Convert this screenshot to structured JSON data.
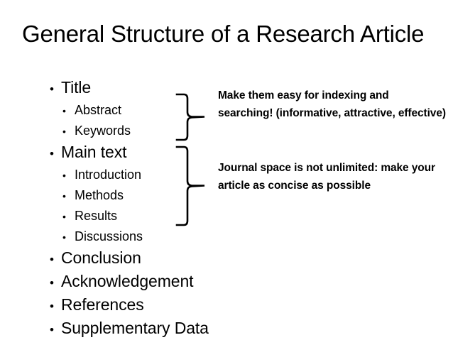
{
  "slide": {
    "title": "General Structure of a Research Article",
    "background_color": "#ffffff",
    "text_color": "#000000"
  },
  "outline": {
    "items": [
      {
        "level": 1,
        "marker": "•",
        "label": "Title"
      },
      {
        "level": 2,
        "marker": "•",
        "label": "Abstract"
      },
      {
        "level": 2,
        "marker": "•",
        "label": "Keywords"
      },
      {
        "level": 1,
        "marker": "•",
        "label": "Main text"
      },
      {
        "level": 2,
        "marker": "•",
        "label": "Introduction"
      },
      {
        "level": 2,
        "marker": "•",
        "label": "Methods"
      },
      {
        "level": 2,
        "marker": "•",
        "label": "Results"
      },
      {
        "level": 2,
        "marker": "•",
        "label": "Discussions"
      },
      {
        "level": 1,
        "marker": "•",
        "label": "Conclusion"
      },
      {
        "level": 1,
        "marker": "•",
        "label": "Acknowledgement"
      },
      {
        "level": 1,
        "marker": "•",
        "label": "References"
      },
      {
        "level": 1,
        "marker": "•",
        "label": "Supplementary Data"
      }
    ]
  },
  "braces": [
    {
      "name": "brace-title-group",
      "glyph": "}",
      "groups": [
        "Abstract",
        "Keywords"
      ]
    },
    {
      "name": "brace-main-text-group",
      "glyph": "}",
      "groups": [
        "Introduction",
        "Methods",
        "Results",
        "Discussions"
      ]
    }
  ],
  "notes": [
    {
      "name": "note-title-group",
      "text": "Make them easy for indexing and searching! (informative, attractive, effective)"
    },
    {
      "name": "note-main-text-group",
      "text": "Journal space is not unlimited: make your article as concise as possible"
    }
  ]
}
